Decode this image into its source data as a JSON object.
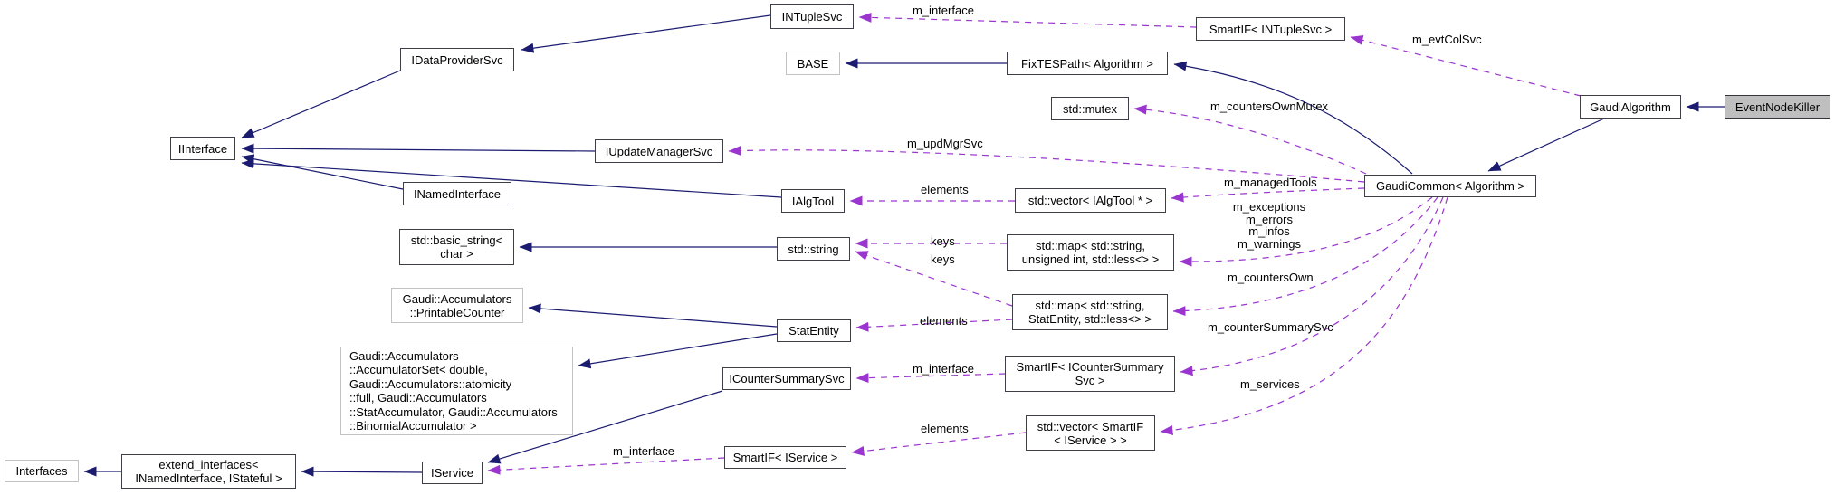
{
  "diagram": {
    "type": "doxygen-collaboration-graph",
    "focus_class": "EventNodeKiller",
    "colors": {
      "inheritance_edge": "#1b1b70",
      "usage_edge": "#9a35cf",
      "node_border": "#3e3e46",
      "external_node_border": "#c2c2c2",
      "focus_node_fill": "#bfbfbf",
      "background": "#ffffff"
    },
    "nodes": [
      {
        "id": "intuplesvc",
        "label": "INTupleSvc"
      },
      {
        "id": "smartif-intuplesvc",
        "label": "SmartIF< INTupleSvc >"
      },
      {
        "id": "base",
        "label": "BASE"
      },
      {
        "id": "fixtespath-algorithm",
        "label": "FixTESPath< Algorithm >"
      },
      {
        "id": "idataprovidersvc",
        "label": "IDataProviderSvc"
      },
      {
        "id": "std-mutex",
        "label": "std::mutex"
      },
      {
        "id": "gaudialgorithm",
        "label": "GaudiAlgorithm"
      },
      {
        "id": "eventnodekiller",
        "label": "EventNodeKiller"
      },
      {
        "id": "iinterface",
        "label": "IInterface"
      },
      {
        "id": "iupdatemanagersvc",
        "label": "IUpdateManagerSvc"
      },
      {
        "id": "gaudicommon-algorithm",
        "label": "GaudiCommon< Algorithm >"
      },
      {
        "id": "inamedinterface",
        "label": "INamedInterface"
      },
      {
        "id": "ialgtool",
        "label": "IAlgTool"
      },
      {
        "id": "std-vector-ialgtool",
        "label": "std::vector< IAlgTool * >"
      },
      {
        "id": "std-basic-string",
        "label": "std::basic_string<\nchar >"
      },
      {
        "id": "std-string",
        "label": "std::string"
      },
      {
        "id": "std-map-uint",
        "label": "std::map< std::string,\nunsigned int, std::less<> >"
      },
      {
        "id": "printablecounter",
        "label": "Gaudi::Accumulators\n::PrintableCounter"
      },
      {
        "id": "std-map-statentity",
        "label": "std::map< std::string,\nStatEntity, std::less<> >"
      },
      {
        "id": "statentity",
        "label": "StatEntity"
      },
      {
        "id": "accumulatorset",
        "label": "Gaudi::Accumulators\n::AccumulatorSet< double,\nGaudi::Accumulators::atomicity\n::full, Gaudi::Accumulators\n::StatAccumulator, Gaudi::Accumulators\n::BinomialAccumulator >"
      },
      {
        "id": "icountersummarysvc",
        "label": "ICounterSummarySvc"
      },
      {
        "id": "smartif-icountersummarysvc",
        "label": "SmartIF< ICounterSummary\nSvc >"
      },
      {
        "id": "std-vector-smartif-iservice",
        "label": "std::vector< SmartIF\n< IService > >"
      },
      {
        "id": "smartif-iservice",
        "label": "SmartIF< IService >"
      },
      {
        "id": "iservice",
        "label": "IService"
      },
      {
        "id": "extend-interfaces",
        "label": "extend_interfaces<\nINamedInterface, IStateful >"
      },
      {
        "id": "interfaces",
        "label": "Interfaces"
      }
    ],
    "edge_labels": [
      {
        "text": "m_interface"
      },
      {
        "text": "m_evtColSvc"
      },
      {
        "text": "m_countersOwnMutex"
      },
      {
        "text": "m_updMgrSvc"
      },
      {
        "text": "elements"
      },
      {
        "text": "m_managedTools"
      },
      {
        "text": "m_exceptions\nm_errors\nm_infos\nm_warnings"
      },
      {
        "text": "keys"
      },
      {
        "text": "keys"
      },
      {
        "text": "m_countersOwn"
      },
      {
        "text": "elements"
      },
      {
        "text": "m_counterSummarySvc"
      },
      {
        "text": "m_interface"
      },
      {
        "text": "m_services"
      },
      {
        "text": "elements"
      },
      {
        "text": "m_interface"
      }
    ]
  }
}
